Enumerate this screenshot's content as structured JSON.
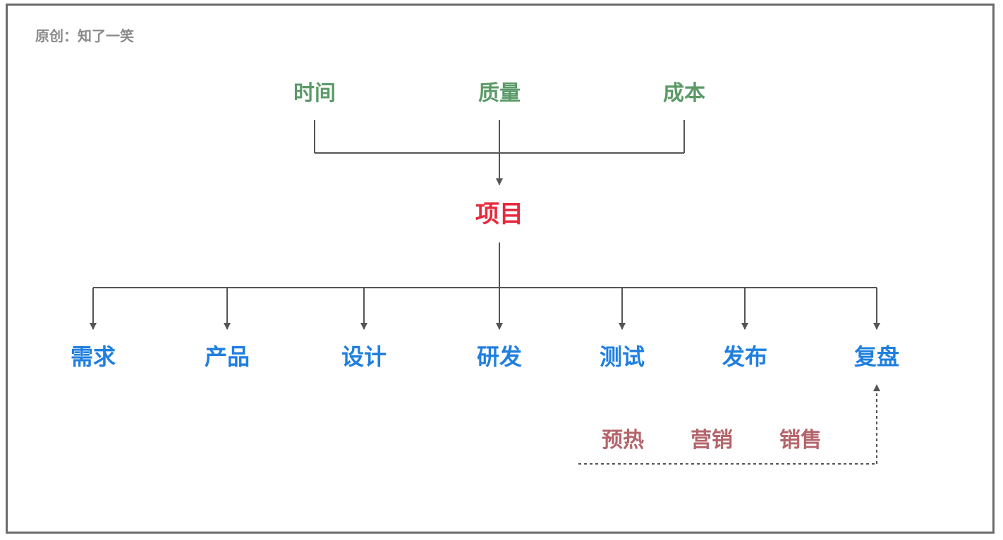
{
  "credit": "原创：知了一笑",
  "inputs": [
    "时间",
    "质量",
    "成本"
  ],
  "center": "项目",
  "stages": [
    "需求",
    "产品",
    "设计",
    "研发",
    "测试",
    "发布",
    "复盘"
  ],
  "post_stages": [
    "预热",
    "营销",
    "销售"
  ],
  "colors": {
    "inputs": "#5b9a68",
    "center": "#e8293d",
    "stages": "#1f7fe0",
    "post_stages": "#b4656b",
    "lines": "#555555",
    "frame": "#6b6b6b",
    "credit": "#8a8a8a"
  }
}
